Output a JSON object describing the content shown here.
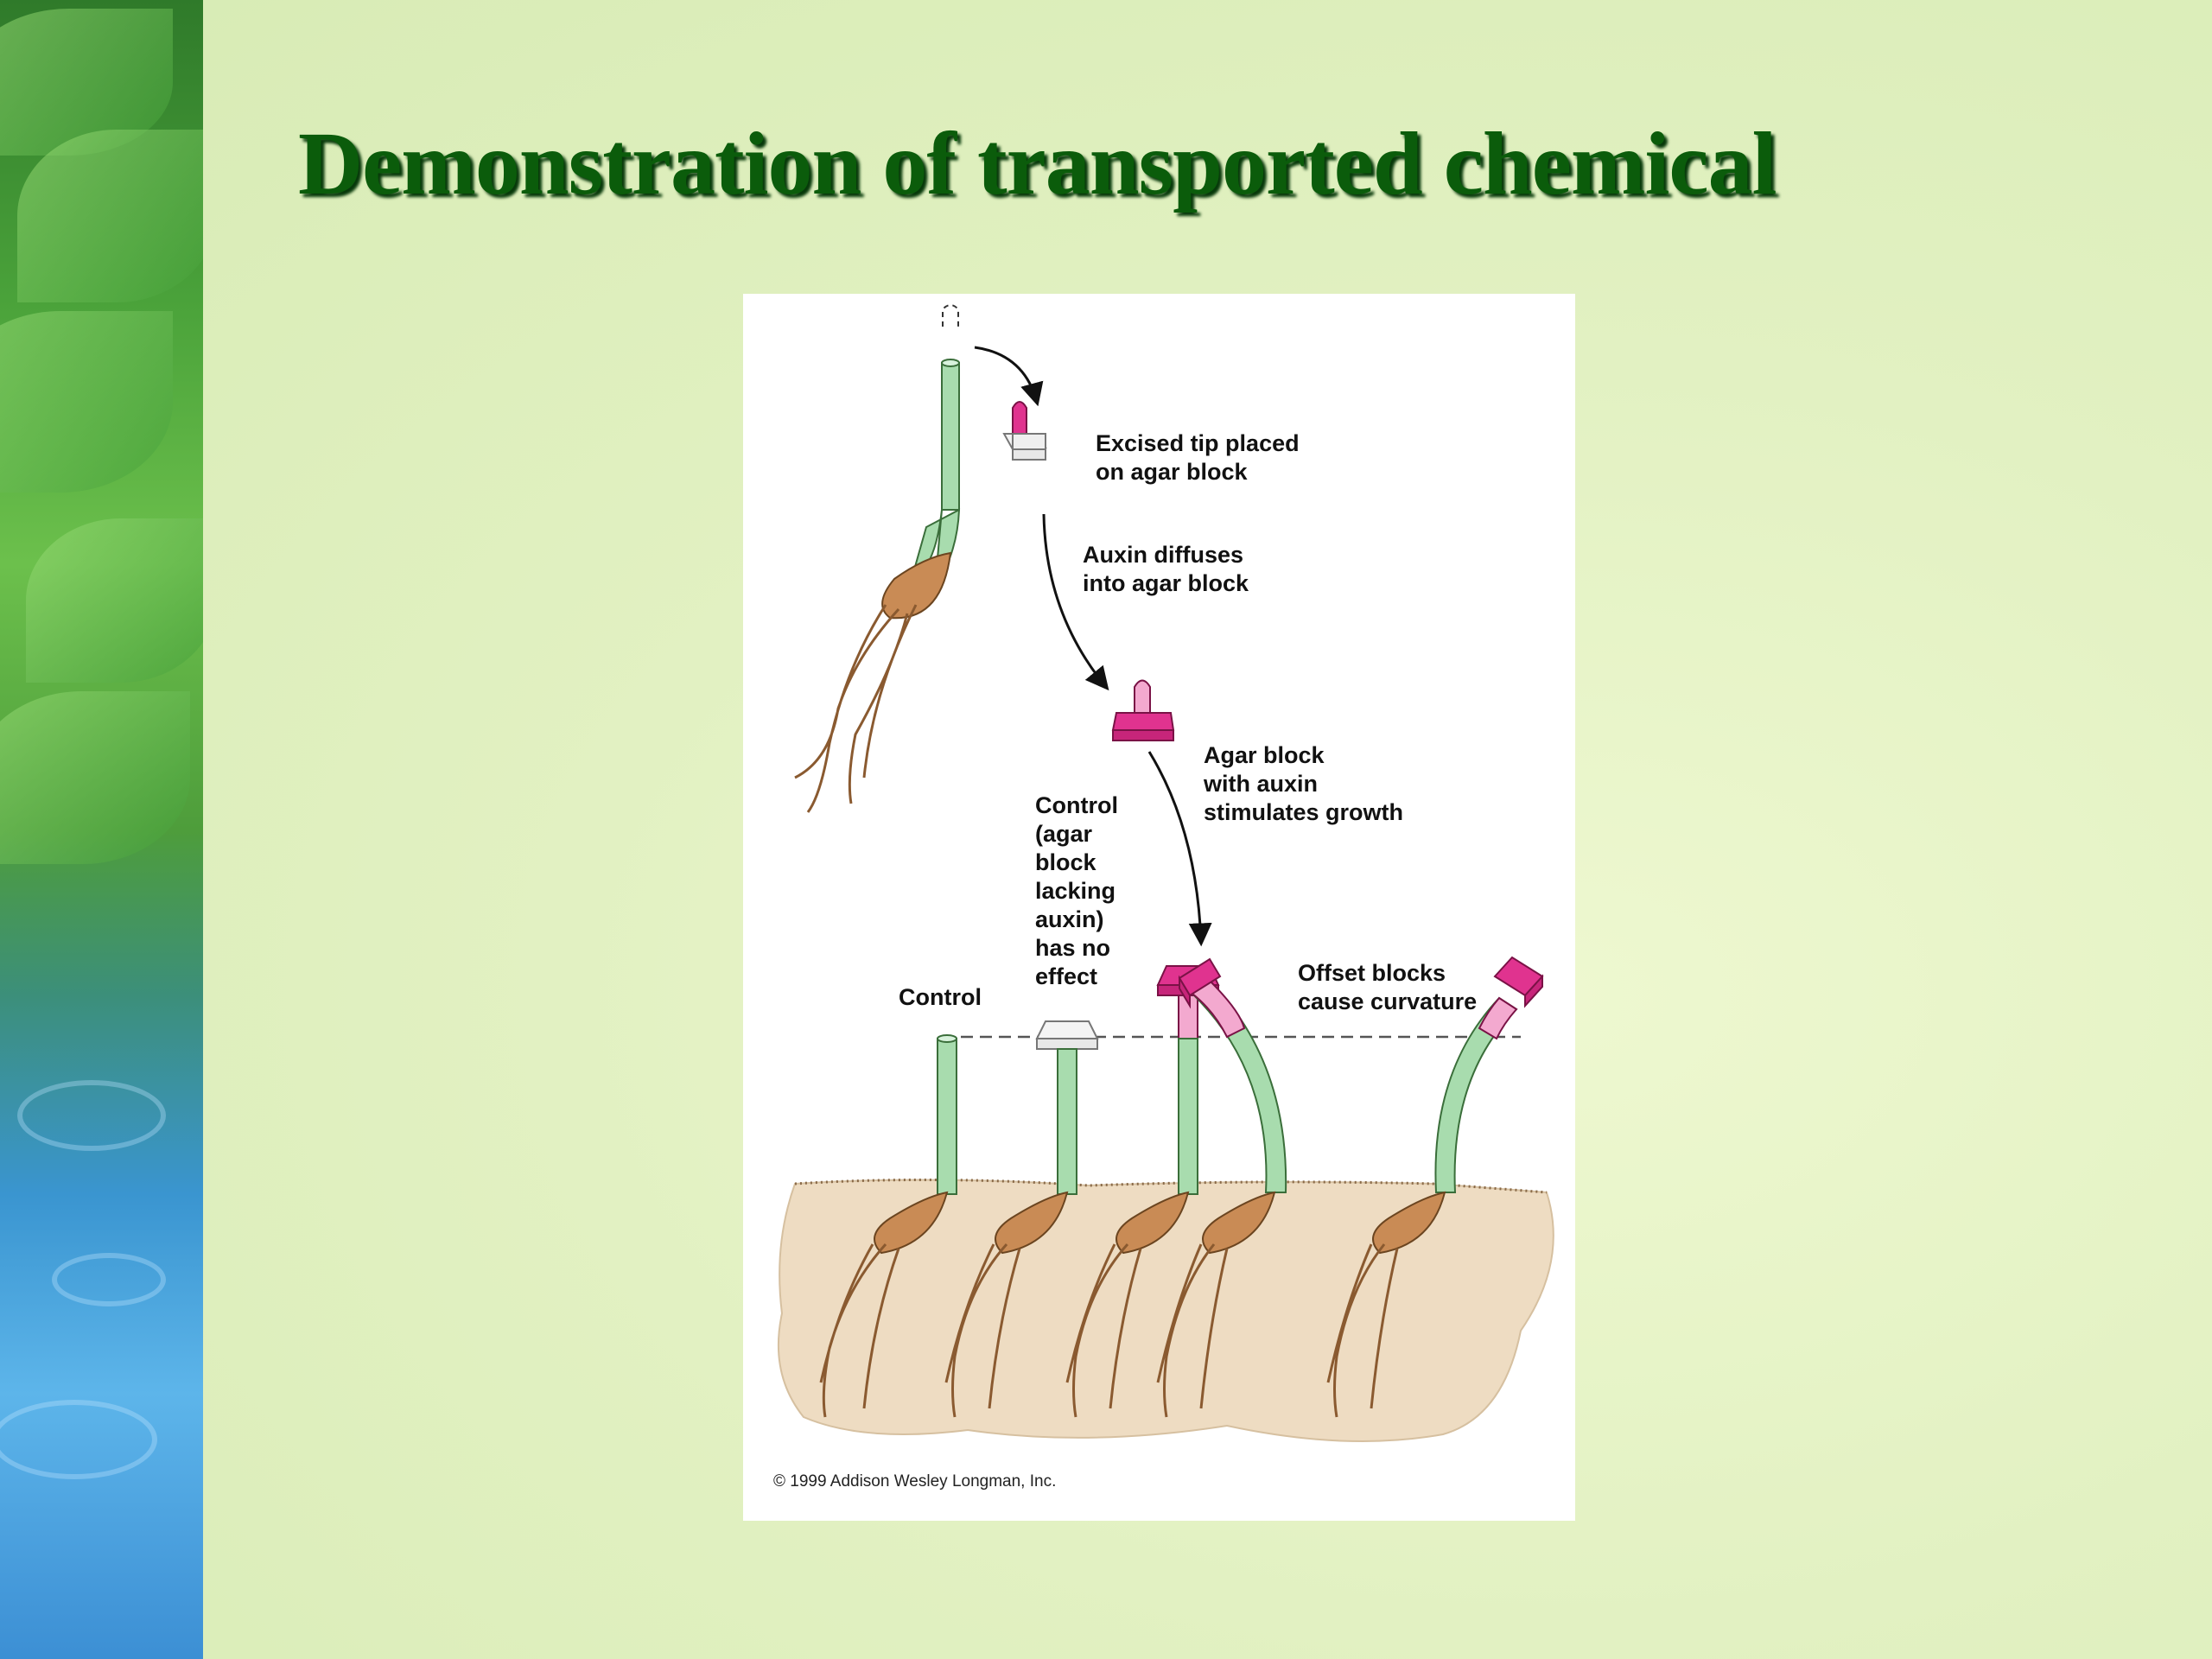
{
  "slide": {
    "title": "Demonstration of transported chemical"
  },
  "figure": {
    "labels": {
      "excised_line1": "Excised tip placed",
      "excised_line2": "on agar block",
      "diffuses_line1": "Auxin diffuses",
      "diffuses_line2": "into agar block",
      "stimulates_line1": "Agar block",
      "stimulates_line2": "with auxin",
      "stimulates_line3": "stimulates growth",
      "control_note_line1": "Control",
      "control_note_line2": "(agar",
      "control_note_line3": "block",
      "control_note_line4": "lacking",
      "control_note_line5": "auxin)",
      "control_note_line6": "has no",
      "control_note_line7": "effect",
      "control": "Control",
      "offset_line1": "Offset blocks",
      "offset_line2": "cause curvature"
    },
    "copyright": "© 1999 Addison Wesley Longman, Inc."
  },
  "colors": {
    "title": "#0b5c0b",
    "stem": "#a8dcae",
    "auxin": "#e0338f",
    "auxin_light": "#f3a9cf",
    "seed": "#c98b55",
    "soil": "#eedcc2"
  }
}
